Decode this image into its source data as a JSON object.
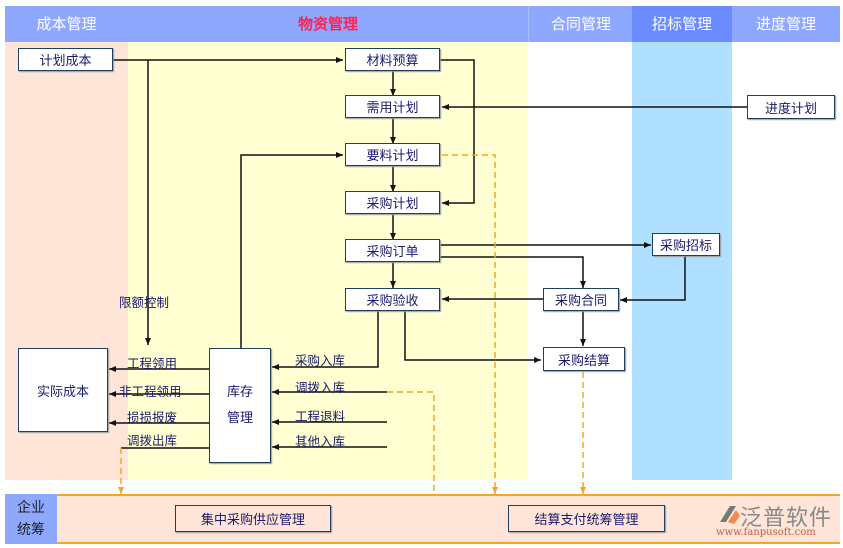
{
  "columns": [
    {
      "id": "cost",
      "label": "成本管理"
    },
    {
      "id": "material",
      "label": "物资管理"
    },
    {
      "id": "contract",
      "label": "合同管理"
    },
    {
      "id": "tender",
      "label": "招标管理"
    },
    {
      "id": "progress",
      "label": "进度管理"
    }
  ],
  "nodes": {
    "plan_cost": "计划成本",
    "material_budget": "材料预算",
    "demand_plan": "需用计划",
    "requisition_plan": "要料计划",
    "purchase_plan": "采购计划",
    "purchase_order": "采购订单",
    "purchase_acceptance": "采购验收",
    "progress_plan": "进度计划",
    "purchase_tender": "采购招标",
    "purchase_contract": "采购合同",
    "purchase_settlement": "采购结算",
    "actual_cost": "实际成本",
    "inventory_line1": "库存",
    "inventory_line2": "管理"
  },
  "edge_labels": {
    "quota_control": "限额控制",
    "project_use": "工程领用",
    "non_project_use": "非工程领用",
    "loss_scrap": "损损报废",
    "transfer_out": "调拨出库",
    "purchase_in": "采购入库",
    "transfer_in": "调拨入库",
    "project_return": "工程退料",
    "other_in": "其他入库"
  },
  "footer": {
    "title_line1": "企业",
    "title_line2": "统筹",
    "central_supply": "集中采购供应管理",
    "settlement_mgmt": "结算支付统筹管理"
  },
  "logo": {
    "name": "泛普软件",
    "url": "www.fanpusoft.com"
  },
  "colors": {
    "header": "#8fa8ff",
    "header_active": "#6b8cff",
    "cost_band": "#ffe4d8",
    "material_band": "#ffffd2",
    "tender_band": "#b0e0ff",
    "dashed": "#f5a623",
    "title_red": "#ff2255"
  }
}
